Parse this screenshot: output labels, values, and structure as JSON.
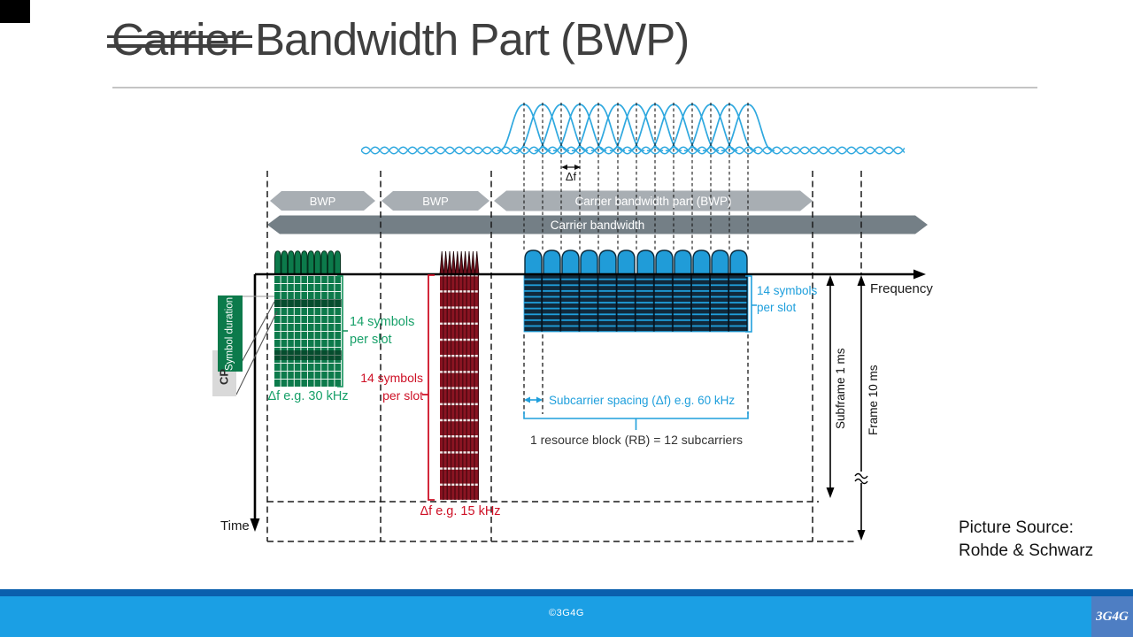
{
  "slide": {
    "title": {
      "struck": "Carrier",
      "rest": " Bandwidth Part (BWP)"
    },
    "source_note": {
      "line1": "Picture Source:",
      "line2": "Rohde & Schwarz"
    }
  },
  "diagram": {
    "axes": {
      "x_label": "Frequency",
      "y_label": "Time"
    },
    "bands": {
      "bwp1": "BWP",
      "bwp2": "BWP",
      "carrier_bwp": "Carrier bandwidth part (BWP)",
      "carrier_bw": "Carrier bandwidth"
    },
    "delta_f_label": "Δf",
    "cp_label": "CP",
    "symbol_duration_label": "Symbol duration",
    "green_block": {
      "symbols_line1": "14 symbols",
      "symbols_line2": "per slot",
      "spacing_label": "Δf e.g. 30 kHz"
    },
    "red_block": {
      "symbols_line1": "14 symbols",
      "symbols_line2": "per slot",
      "spacing_label": "Δf e.g. 15 kHz"
    },
    "blue_block": {
      "symbols_line1": "14 symbols",
      "symbols_line2": "per slot",
      "subcarrier_spacing": "Subcarrier spacing (Δf) e.g. 60 kHz",
      "resource_block": "1 resource block (RB) = 12 subcarriers"
    },
    "time_spans": {
      "subframe": "Subframe 1 ms",
      "frame": "Frame 10 ms"
    }
  },
  "footer": {
    "copyright": "©3G4G",
    "logo": "3G4G"
  },
  "colors": {
    "green": "#0C7A4B",
    "green_text": "#17A069",
    "red_block": "#8A1422",
    "red_text": "#CE1126",
    "blue": "#1F9FDC",
    "waveform": "#2FA8DF",
    "arrow_light_gray": "#A8AEB3",
    "arrow_dark_gray": "#747F86",
    "footer_bar": "#1B9FE4",
    "footer_stripe": "#0A5FAD",
    "footer_logo_box": "#4E7EC3"
  }
}
